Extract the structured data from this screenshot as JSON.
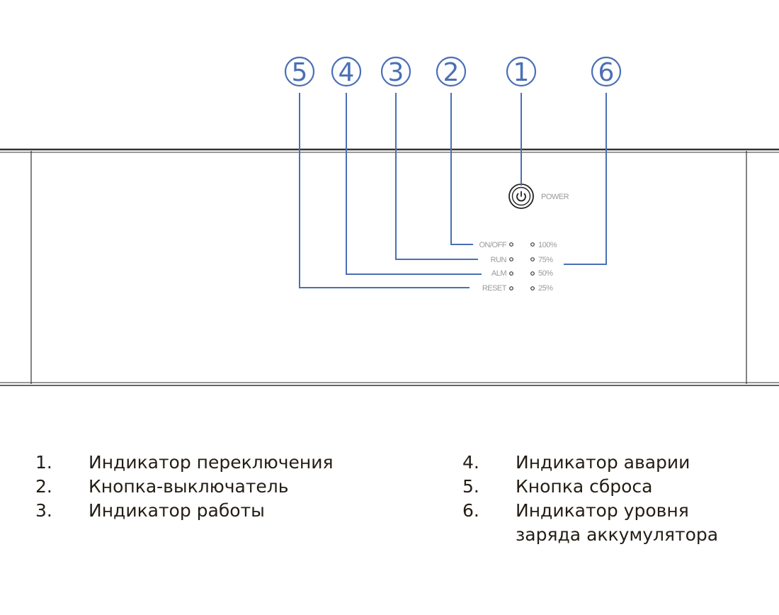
{
  "callouts": [
    "1",
    "2",
    "3",
    "4",
    "5",
    "6"
  ],
  "panel": {
    "power_label": "POWER",
    "left_labels": [
      "ON/OFF",
      "RUN",
      "ALM",
      "RESET"
    ],
    "right_labels": [
      "100%",
      "75%",
      "50%",
      "25%"
    ]
  },
  "legend": {
    "left": [
      {
        "num": "1.",
        "text": "Индикатор переключения"
      },
      {
        "num": "2.",
        "text": "Кнопка-выключатель"
      },
      {
        "num": "3.",
        "text": "Индикатор работы"
      }
    ],
    "right": [
      {
        "num": "4.",
        "text": "Индикатор аварии"
      },
      {
        "num": "5.",
        "text": "Кнопка сброса"
      },
      {
        "num": "6.",
        "text": "Индикатор уровня",
        "continuation": "заряда аккумулятора"
      }
    ]
  },
  "colors": {
    "callout": "#4a6fb5",
    "outline": "#333333",
    "text": "#231d15"
  }
}
